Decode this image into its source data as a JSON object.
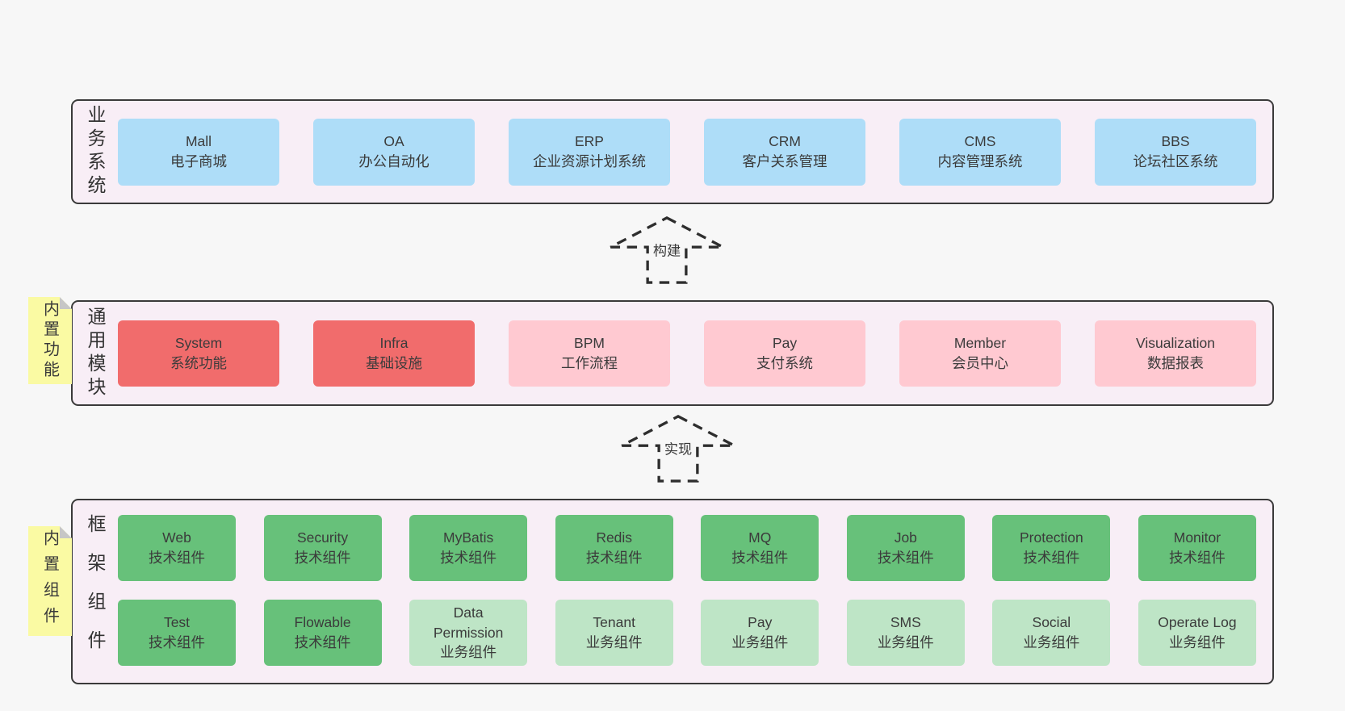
{
  "colors": {
    "page_bg": "#f7f7f7",
    "panel_bg": "#f8eef6",
    "panel_border": "#3a3a3a",
    "blue_box": "#aeddf8",
    "red_box": "#f16c6c",
    "pink_box": "#ffc9d1",
    "green_box": "#67c17a",
    "green_light_box": "#bee5c6",
    "sticky_note": "#fafaa3",
    "sticky_fold": "#c6c6c6",
    "text": "#3a3a3a"
  },
  "panels": {
    "business": {
      "side_label": "业务系统",
      "boxes": [
        {
          "title": "Mall",
          "subtitle": "电子商城",
          "variant": "blue"
        },
        {
          "title": "OA",
          "subtitle": "办公自动化",
          "variant": "blue"
        },
        {
          "title": "ERP",
          "subtitle": "企业资源计划系统",
          "variant": "blue"
        },
        {
          "title": "CRM",
          "subtitle": "客户关系管理",
          "variant": "blue"
        },
        {
          "title": "CMS",
          "subtitle": "内容管理系统",
          "variant": "blue"
        },
        {
          "title": "BBS",
          "subtitle": "论坛社区系统",
          "variant": "blue"
        }
      ]
    },
    "modules": {
      "side_label": "通用模块",
      "sticky_label": "内置功能",
      "boxes": [
        {
          "title": "System",
          "subtitle": "系统功能",
          "variant": "red"
        },
        {
          "title": "Infra",
          "subtitle": "基础设施",
          "variant": "red"
        },
        {
          "title": "BPM",
          "subtitle": "工作流程",
          "variant": "pink"
        },
        {
          "title": "Pay",
          "subtitle": "支付系统",
          "variant": "pink"
        },
        {
          "title": "Member",
          "subtitle": "会员中心",
          "variant": "pink"
        },
        {
          "title": "Visualization",
          "subtitle": "数据报表",
          "variant": "pink"
        }
      ]
    },
    "framework": {
      "side_label": "框架组件",
      "sticky_label": "内置组件",
      "rows": [
        [
          {
            "title": "Web",
            "subtitle": "技术组件",
            "variant": "green"
          },
          {
            "title": "Security",
            "subtitle": "技术组件",
            "variant": "green"
          },
          {
            "title": "MyBatis",
            "subtitle": "技术组件",
            "variant": "green"
          },
          {
            "title": "Redis",
            "subtitle": "技术组件",
            "variant": "green"
          },
          {
            "title": "MQ",
            "subtitle": "技术组件",
            "variant": "green"
          },
          {
            "title": "Job",
            "subtitle": "技术组件",
            "variant": "green"
          },
          {
            "title": "Protection",
            "subtitle": "技术组件",
            "variant": "green"
          },
          {
            "title": "Monitor",
            "subtitle": "技术组件",
            "variant": "green"
          }
        ],
        [
          {
            "title": "Test",
            "subtitle": "技术组件",
            "variant": "green"
          },
          {
            "title": "Flowable",
            "subtitle": "技术组件",
            "variant": "green"
          },
          {
            "title": "Data Permission",
            "subtitle": "业务组件",
            "variant": "green-light"
          },
          {
            "title": "Tenant",
            "subtitle": "业务组件",
            "variant": "green-light"
          },
          {
            "title": "Pay",
            "subtitle": "业务组件",
            "variant": "green-light"
          },
          {
            "title": "SMS",
            "subtitle": "业务组件",
            "variant": "green-light"
          },
          {
            "title": "Social",
            "subtitle": "业务组件",
            "variant": "green-light"
          },
          {
            "title": "Operate Log",
            "subtitle": "业务组件",
            "variant": "green-light"
          }
        ]
      ]
    }
  },
  "arrows": [
    {
      "label": "构建"
    },
    {
      "label": "实现"
    }
  ]
}
